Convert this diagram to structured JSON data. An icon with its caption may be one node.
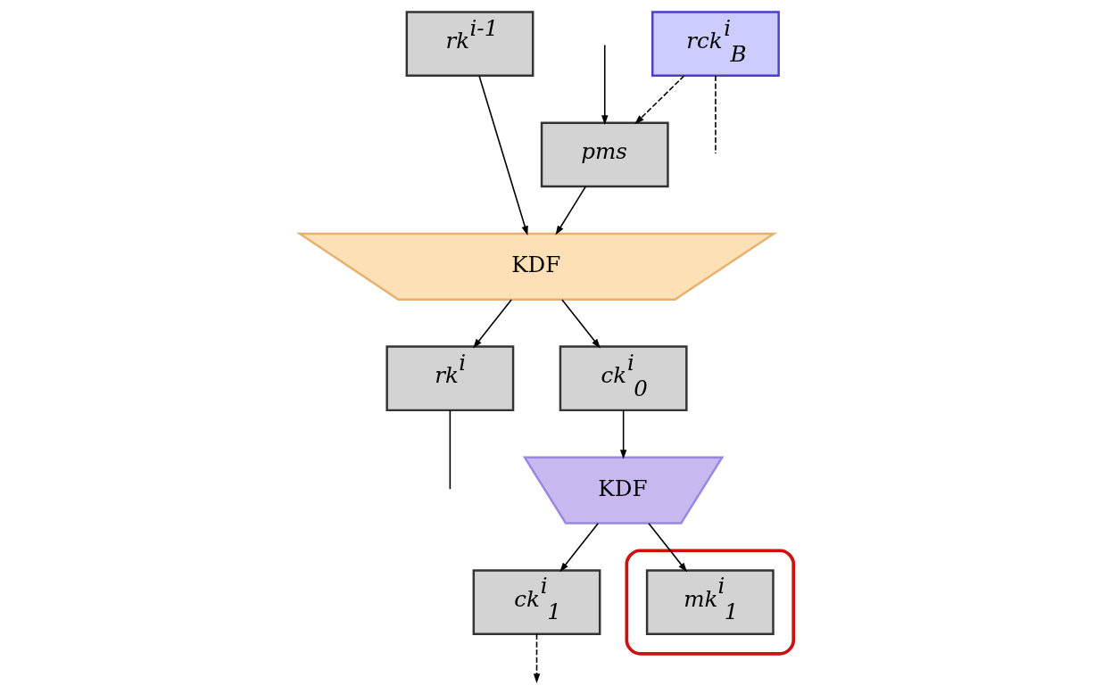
{
  "diagram": {
    "nodes": [
      {
        "text": [
          "rk$^{i-1}$"
        ]
      },
      {
        "text": [
          "rck$^{i}$$_{B}$"
        ]
      },
      {
        "text": [
          "pms"
        ]
      },
      {
        "text": [
          "KDF"
        ]
      },
      {
        "text": [
          "rk$^{i}$"
        ]
      },
      {
        "text": [
          "ck$^{i}$$_{0}$"
        ]
      },
      {
        "text": [
          "KDF"
        ]
      },
      {
        "text": [],
        "shape": "ellipse"
      },
      {
        "text": [
          "ck$^{i}$$_{1}$"
        ]
      },
      {
        "text": [
          "mk$^{i}$$_{1}$"
        ],
        "in": 7
      }
    ],
    "edges": [
      {
        "from": 0,
        "to": 3,
        "arrow": "to"
      },
      {
        "from": 1,
        "to": 2,
        "arrow": "to",
        "style": "dashed"
      },
      {
        "from": null,
        "to": 2,
        "arrow": "to"
      },
      {
        "from": 2,
        "to": 3,
        "arrow": "to"
      },
      {
        "from": 3,
        "to": 4,
        "arrow": "to"
      },
      {
        "from": 3,
        "to": 5,
        "arrow": "to"
      },
      {
        "from": 4,
        "to": null,
        "arrow": "none"
      },
      {
        "from": 1,
        "to": null,
        "arrow": "none",
        "style": "dashed"
      },
      {
        "from": 5,
        "to": 6,
        "arrow": "to"
      },
      {
        "from": 6,
        "to": 8,
        "arrow": "to"
      },
      {
        "from": 6,
        "to": 9,
        "arrow": "to"
      },
      {
        "from": 8,
        "to": null,
        "arrow": "to",
        "style": "dashed"
      }
    ]
  }
}
